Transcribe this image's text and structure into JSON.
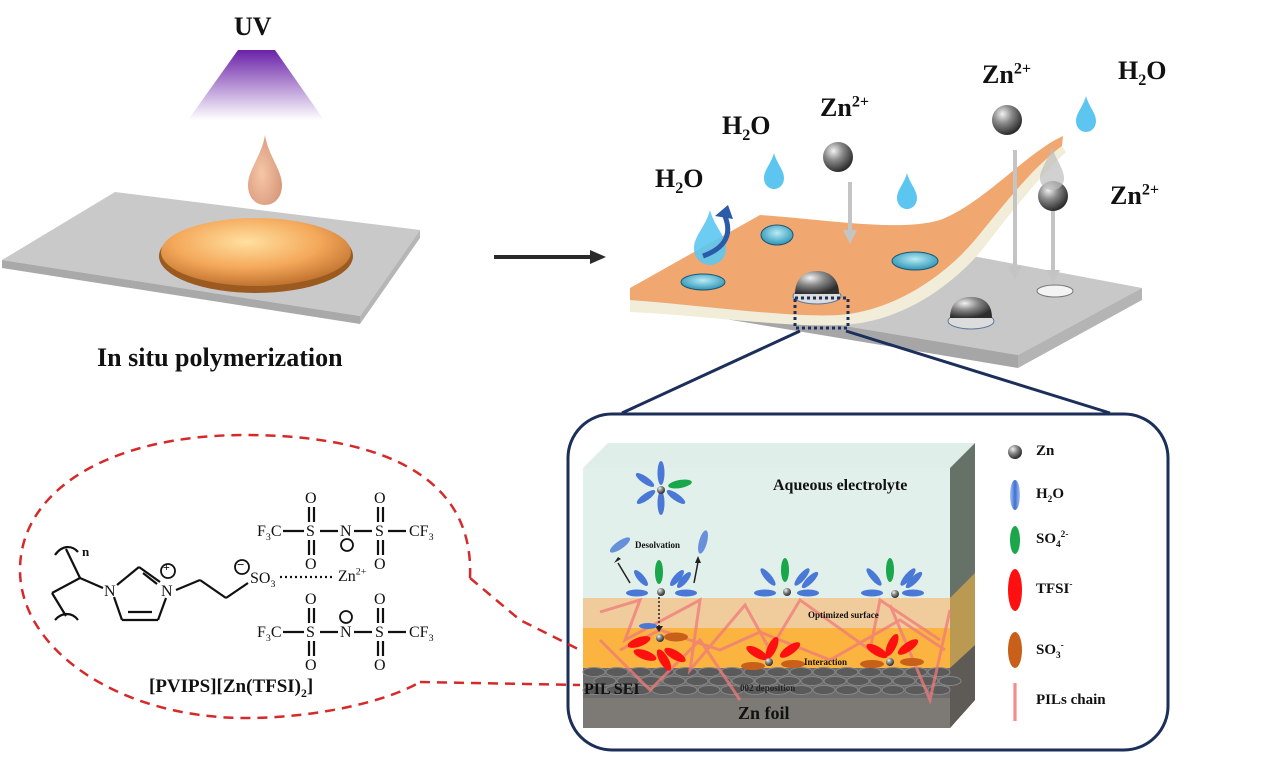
{
  "figure": {
    "left_panel": {
      "uv_label": "UV",
      "caption": "In situ polymerization"
    },
    "top_right_panel": {
      "labels": [
        {
          "id": "h2o-1",
          "base": "H",
          "sub": "2",
          "rest": "O"
        },
        {
          "id": "h2o-2",
          "base": "H",
          "sub": "2",
          "rest": "O"
        },
        {
          "id": "zn-1",
          "base": "Zn",
          "sup": "2+"
        },
        {
          "id": "zn-2",
          "base": "Zn",
          "sup": "2+"
        },
        {
          "id": "h2o-3",
          "base": "H",
          "sub": "2",
          "rest": "O"
        },
        {
          "id": "zn-3",
          "base": "Zn",
          "sup": "2+"
        }
      ]
    },
    "chemical_structure": {
      "polymer_repeat": "n",
      "cation_sign": "+",
      "anion_sign": "−",
      "n1": "N",
      "n2": "N",
      "so3": "SO",
      "so3_sub": "3",
      "zn": "Zn",
      "zn_sup": "2+",
      "tfsi": {
        "left": "F",
        "left_sub": "3",
        "left_c": "C",
        "s": "S",
        "n": "N",
        "o": "O",
        "right": "CF",
        "right_sub": "3"
      },
      "name": "[PVIPS][Zn(TFSI)",
      "name_sub": "2",
      "name_end": "]"
    },
    "detail_panel": {
      "aqueous_label": "Aqueous electrolyte",
      "desolvation_label": "Desolvation",
      "optimized_label": "Optimized  surface",
      "interaction_label": "Interaction",
      "deposition_label": "002 deposition",
      "pil_sei_label": "PIL SEI",
      "zn_foil_label": "Zn foil"
    },
    "legend": [
      {
        "key": "zn",
        "text": "Zn",
        "color": "#6e6e6e"
      },
      {
        "key": "h2o",
        "text": "H",
        "sub": "2",
        "rest": "O",
        "color": "#3f6fd0"
      },
      {
        "key": "so4",
        "text": "SO",
        "sub": "4",
        "sup": "2-",
        "color": "#1aa64a"
      },
      {
        "key": "tfsi",
        "text": "TFSI",
        "sup": "-",
        "color": "#ff1010"
      },
      {
        "key": "so3",
        "text": "SO",
        "sub": "3",
        "sup": "-",
        "color": "#c8601a"
      },
      {
        "key": "pils",
        "text": "PILs chain",
        "color": "#f4a0a0"
      }
    ],
    "colors": {
      "uv_top": "#7a2fb0",
      "substrate": "#c8c8c8",
      "polymer": "#f0a85a",
      "water": "#5bc6ef",
      "frame": "#1b2f5a",
      "dashed": "#d42a2a"
    }
  }
}
